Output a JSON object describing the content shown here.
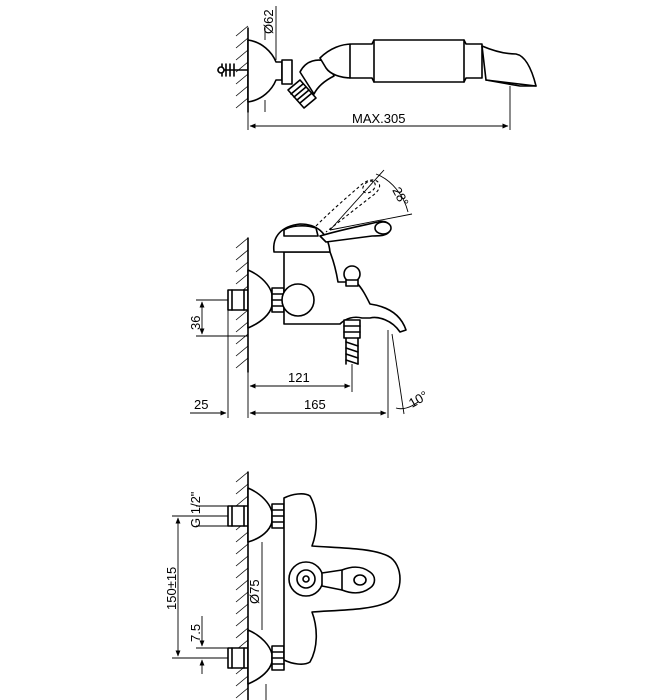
{
  "top_view": {
    "diameter_label": "Ø62",
    "length_label": "MAX.305"
  },
  "side_view": {
    "angle_upper_label": "28°",
    "height_label": "36",
    "spout_offset_label": "121",
    "wall_label": "25",
    "reach_label": "165",
    "angle_lower_label": "10°"
  },
  "front_view": {
    "thread_label": "G 1/2\"",
    "centers_label": "150±15",
    "offset_label": "7.5",
    "rosette_label": "Ø75"
  }
}
